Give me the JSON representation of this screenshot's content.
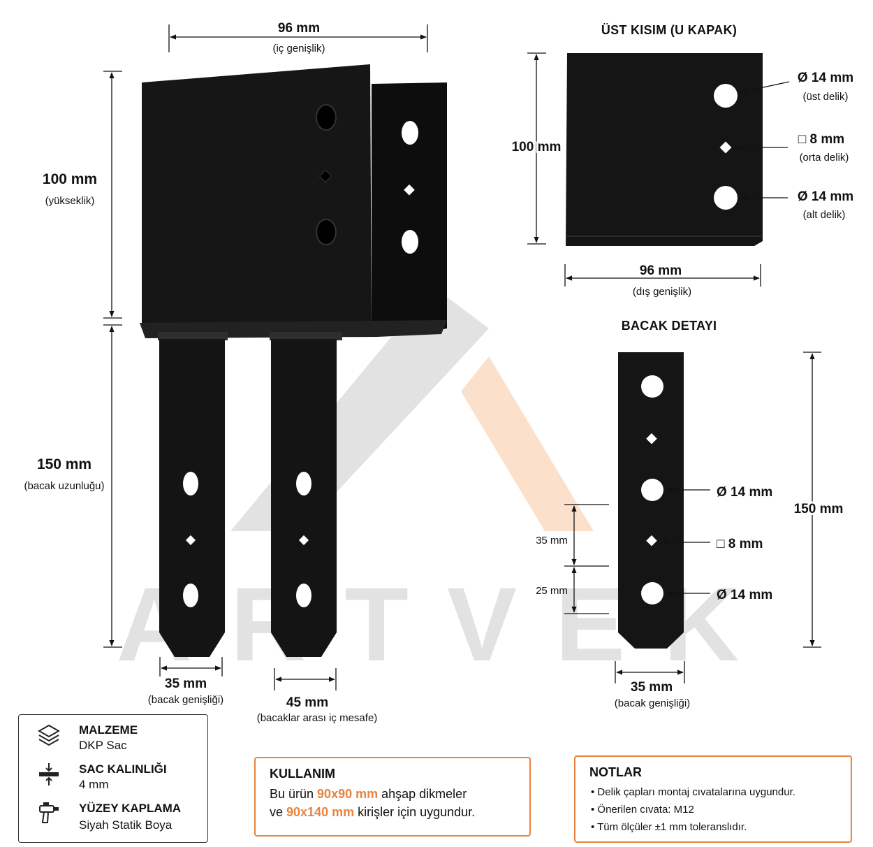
{
  "main_view": {
    "width_value": "96 mm",
    "width_note": "(iç genişlik)",
    "height_value": "100 mm",
    "height_note": "(yükseklik)",
    "leg_length_value": "150 mm",
    "leg_length_note": "(bacak uzunluğu)",
    "leg_width_value": "35 mm",
    "leg_width_note": "(bacak genişliği)",
    "leg_gap_value": "45 mm",
    "leg_gap_note": "(bacaklar arası iç mesafe)"
  },
  "top_view": {
    "title": "ÜST KISIM (U KAPAK)",
    "height_value": "100 mm",
    "width_value": "96 mm",
    "width_note": "(dış genişlik)",
    "holes": [
      {
        "value": "Ø 14 mm",
        "note": "(üst delik)"
      },
      {
        "value": "□ 8 mm",
        "note": "(orta delik)"
      },
      {
        "value": "Ø 14 mm",
        "note": "(alt delik)"
      }
    ]
  },
  "leg_view": {
    "title": "BACAK DETAYI",
    "length_value": "150 mm",
    "spacing_1": "35 mm",
    "spacing_2": "25 mm",
    "width_value": "35 mm",
    "width_note": "(bacak genişliği)",
    "holes": [
      "Ø 14 mm",
      "□ 8 mm",
      "Ø 14 mm"
    ]
  },
  "watermark": "ARTVEK",
  "specs": [
    {
      "icon": "layers-icon",
      "title": "MALZEME",
      "value": "DKP Sac"
    },
    {
      "icon": "thickness-icon",
      "title": "SAC KALINLIĞI",
      "value": "4 mm"
    },
    {
      "icon": "spray-gun-icon",
      "title": "YÜZEY KAPLAMA",
      "value": "Siyah Statik Boya"
    }
  ],
  "usage": {
    "title": "KULLANIM",
    "line1_a": "Bu ürün ",
    "line1_hl": "90x90 mm",
    "line1_b": " ahşap dikmeler",
    "line2_a": "ve ",
    "line2_hl": "90x140 mm",
    "line2_b": " kirişler için uygundur."
  },
  "notes": {
    "title": "NOTLAR",
    "items": [
      "• Delik çapları montaj cıvatalarına uygundur.",
      "• Önerilen cıvata: M12",
      "• Tüm ölçüler ±1 mm toleranslıdır."
    ]
  },
  "colors": {
    "accent": "#e8843f",
    "steel": "#141414",
    "watermark_gray": "#e2e2e2",
    "watermark_orange": "#fbe1cc"
  }
}
